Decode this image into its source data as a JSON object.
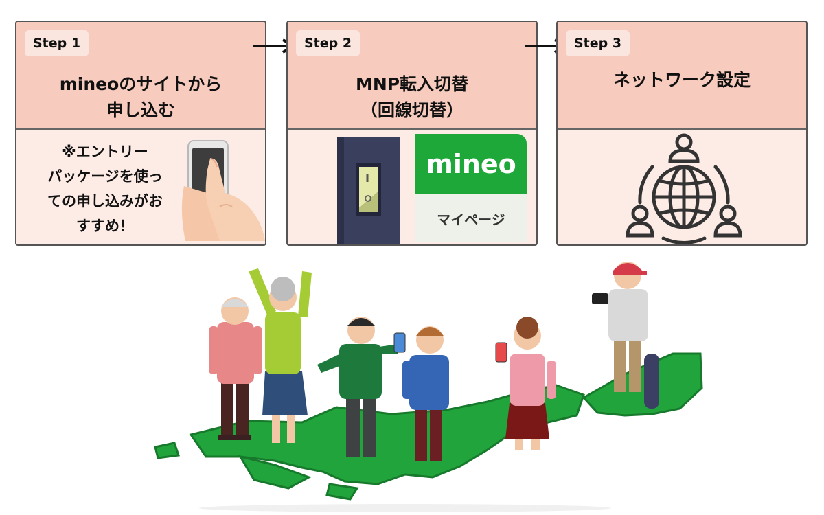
{
  "steps": [
    {
      "badge": "Step 1",
      "title": "mineoのサイトから\n申し込む",
      "note": "※エントリー\nパッケージを使っ\nての申し込みがお\nすすめ！"
    },
    {
      "badge": "Step 2",
      "title": "MNP転入切替\n（回線切替）",
      "logo": "mineo",
      "mypage_label": "マイページ"
    },
    {
      "badge": "Step 3",
      "title": "ネットワーク設定"
    }
  ],
  "colors": {
    "header_bg": "#f7cbbd",
    "body_bg": "#fdebe5",
    "badge_bg": "#fbe6df",
    "mineo_green": "#1fa83a",
    "map_green": "#22a43c"
  },
  "icons": [
    "arrow-right-icon",
    "hand-phone-illustration",
    "light-switch-illustration",
    "network-globe-icon",
    "people-map-illustration"
  ]
}
